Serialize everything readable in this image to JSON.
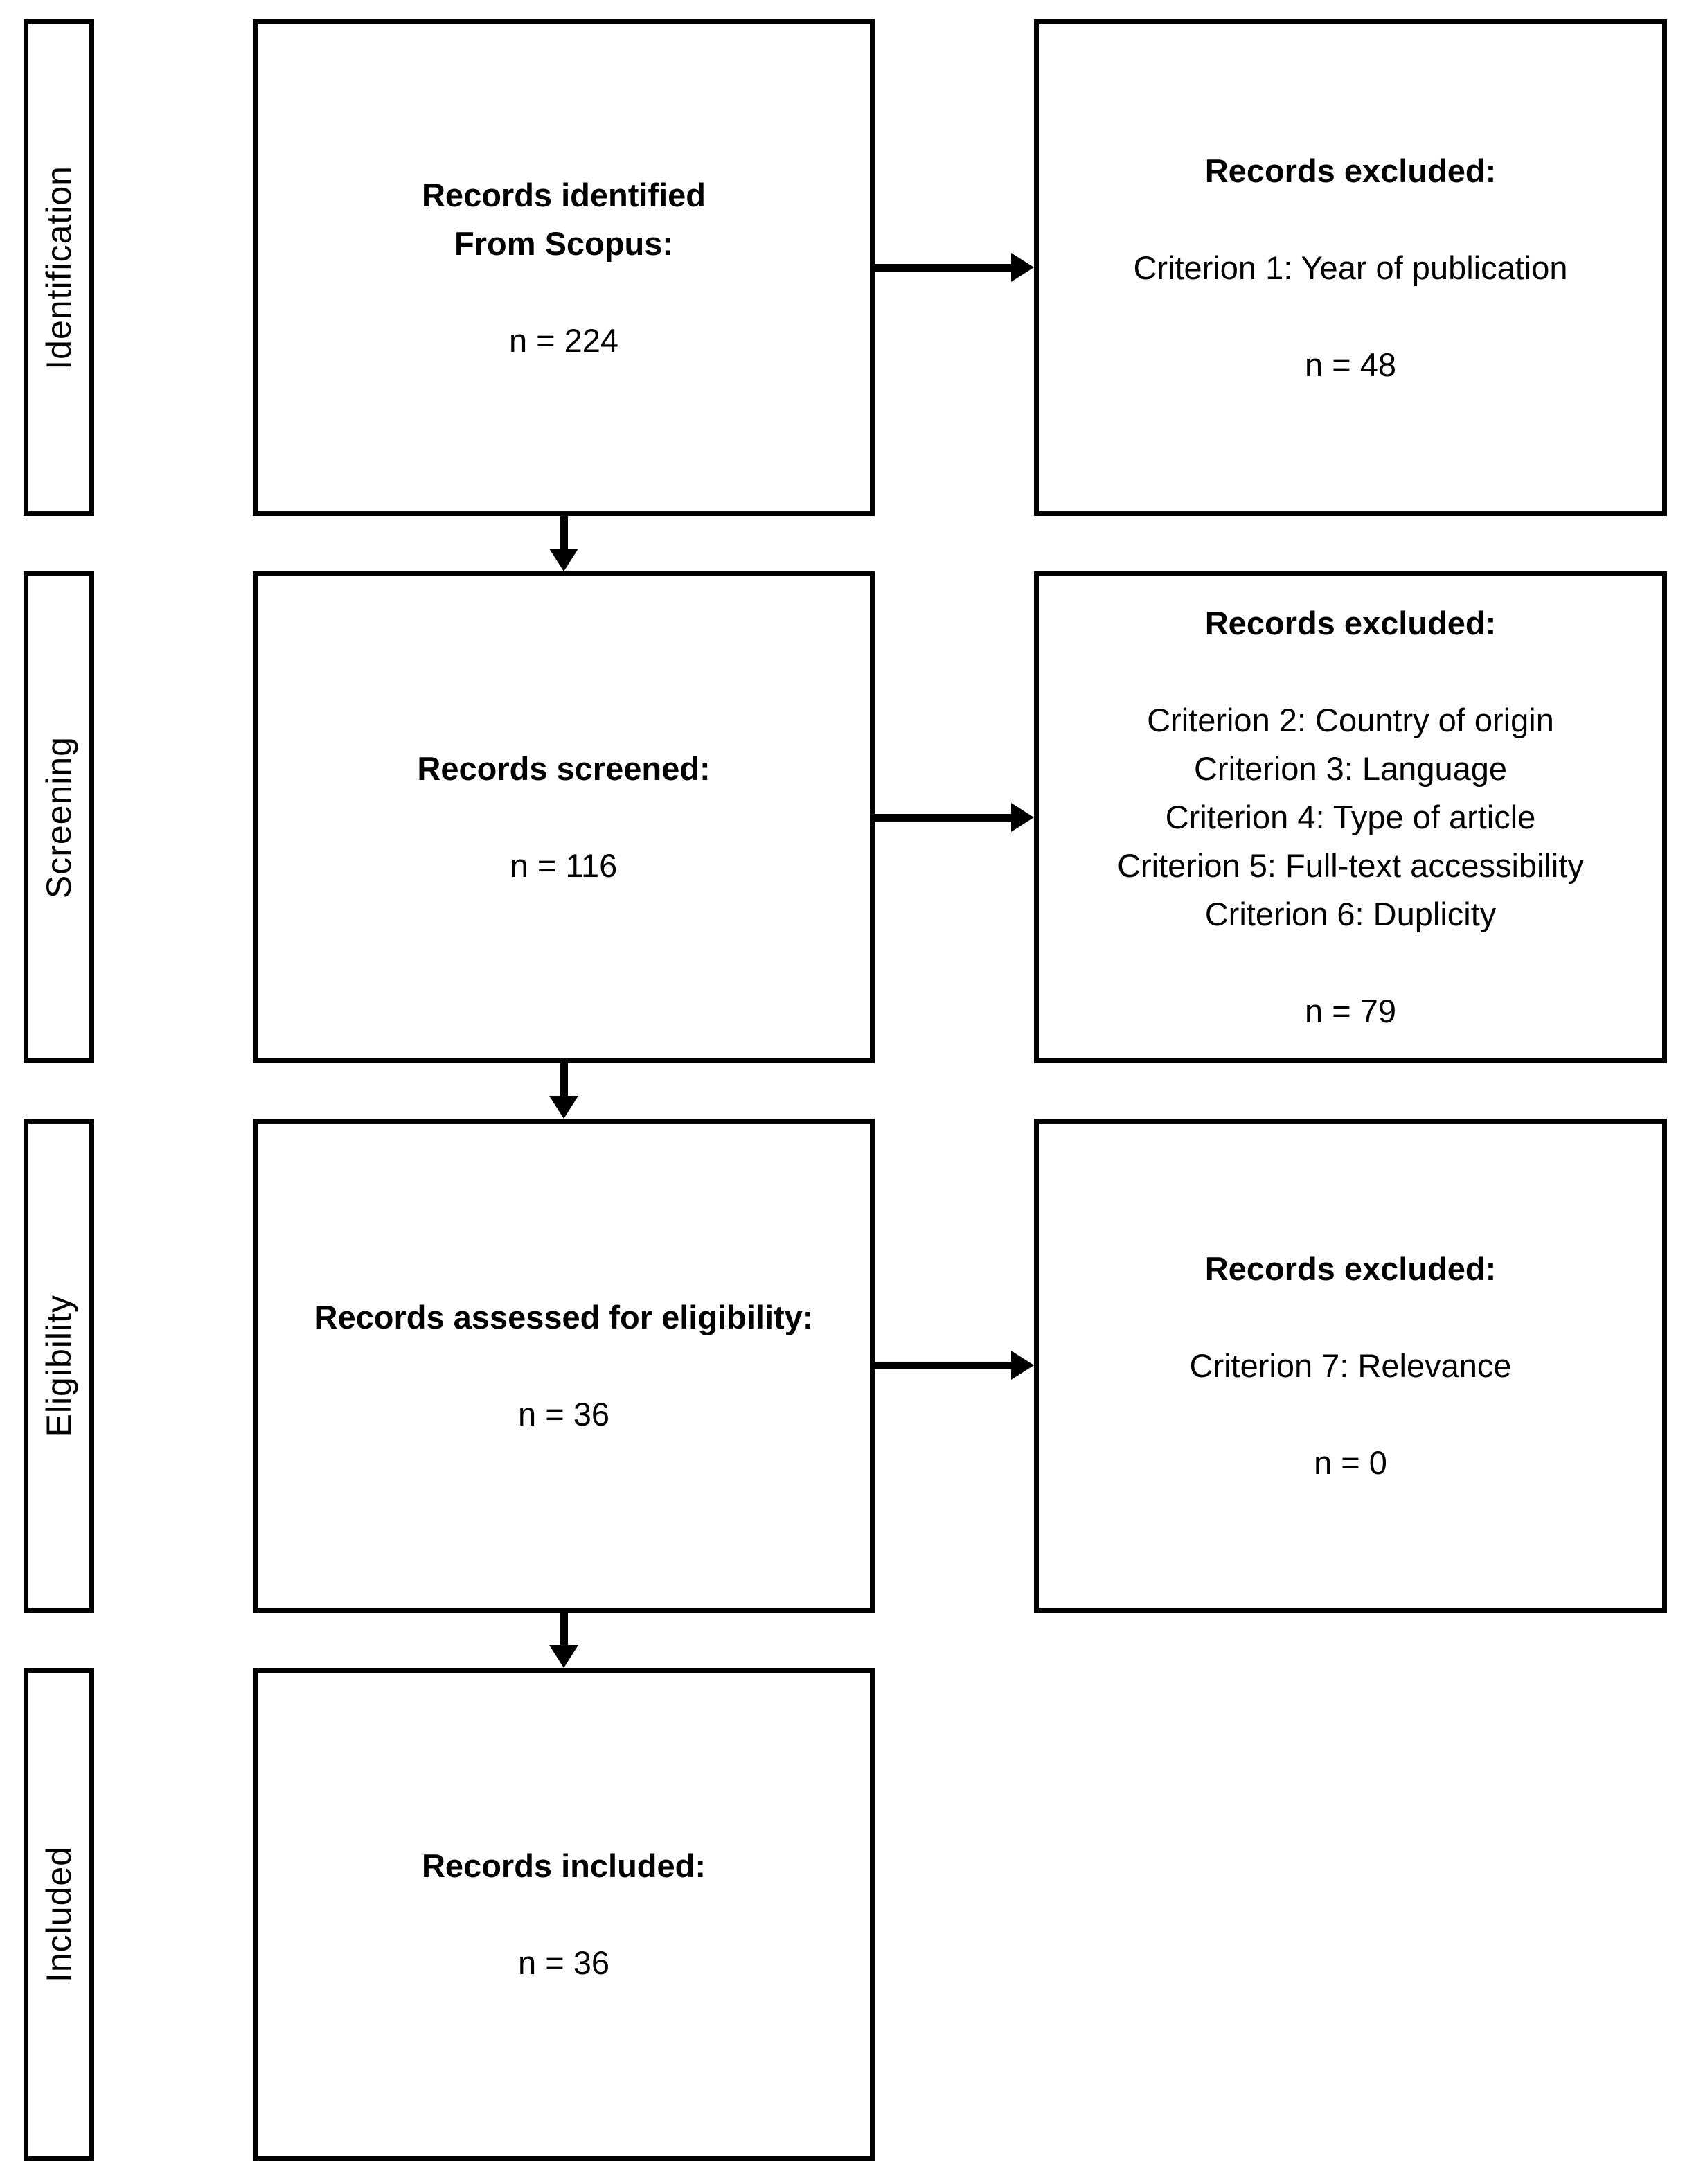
{
  "diagram": {
    "type": "prisma-flow",
    "stages": [
      {
        "label": "Identification"
      },
      {
        "label": "Screening"
      },
      {
        "label": "Eligibility"
      },
      {
        "label": "Included"
      }
    ],
    "main_flow": [
      {
        "title_line1": "Records identified",
        "title_line2": "From Scopus:",
        "count": "n = 224"
      },
      {
        "title_line1": "Records screened:",
        "count": "n = 116"
      },
      {
        "title_line1": "Records assessed for eligibility:",
        "count": "n = 36"
      },
      {
        "title_line1": "Records included:",
        "count": "n = 36"
      }
    ],
    "exclusions": [
      {
        "title": "Records excluded:",
        "criteria": [
          "Criterion 1: Year of publication"
        ],
        "count": "n = 48"
      },
      {
        "title": "Records excluded:",
        "criteria": [
          "Criterion 2: Country of origin",
          "Criterion 3: Language",
          "Criterion 4: Type of article",
          "Criterion 5: Full-text accessibility",
          "Criterion 6: Duplicity"
        ],
        "count": "n = 79"
      },
      {
        "title": "Records excluded:",
        "criteria": [
          "Criterion 7: Relevance"
        ],
        "count": "n = 0"
      }
    ],
    "colors": {
      "line": "#000000",
      "text": "#000000",
      "box_fill": "#ffffff",
      "background": "#ffffff"
    }
  }
}
